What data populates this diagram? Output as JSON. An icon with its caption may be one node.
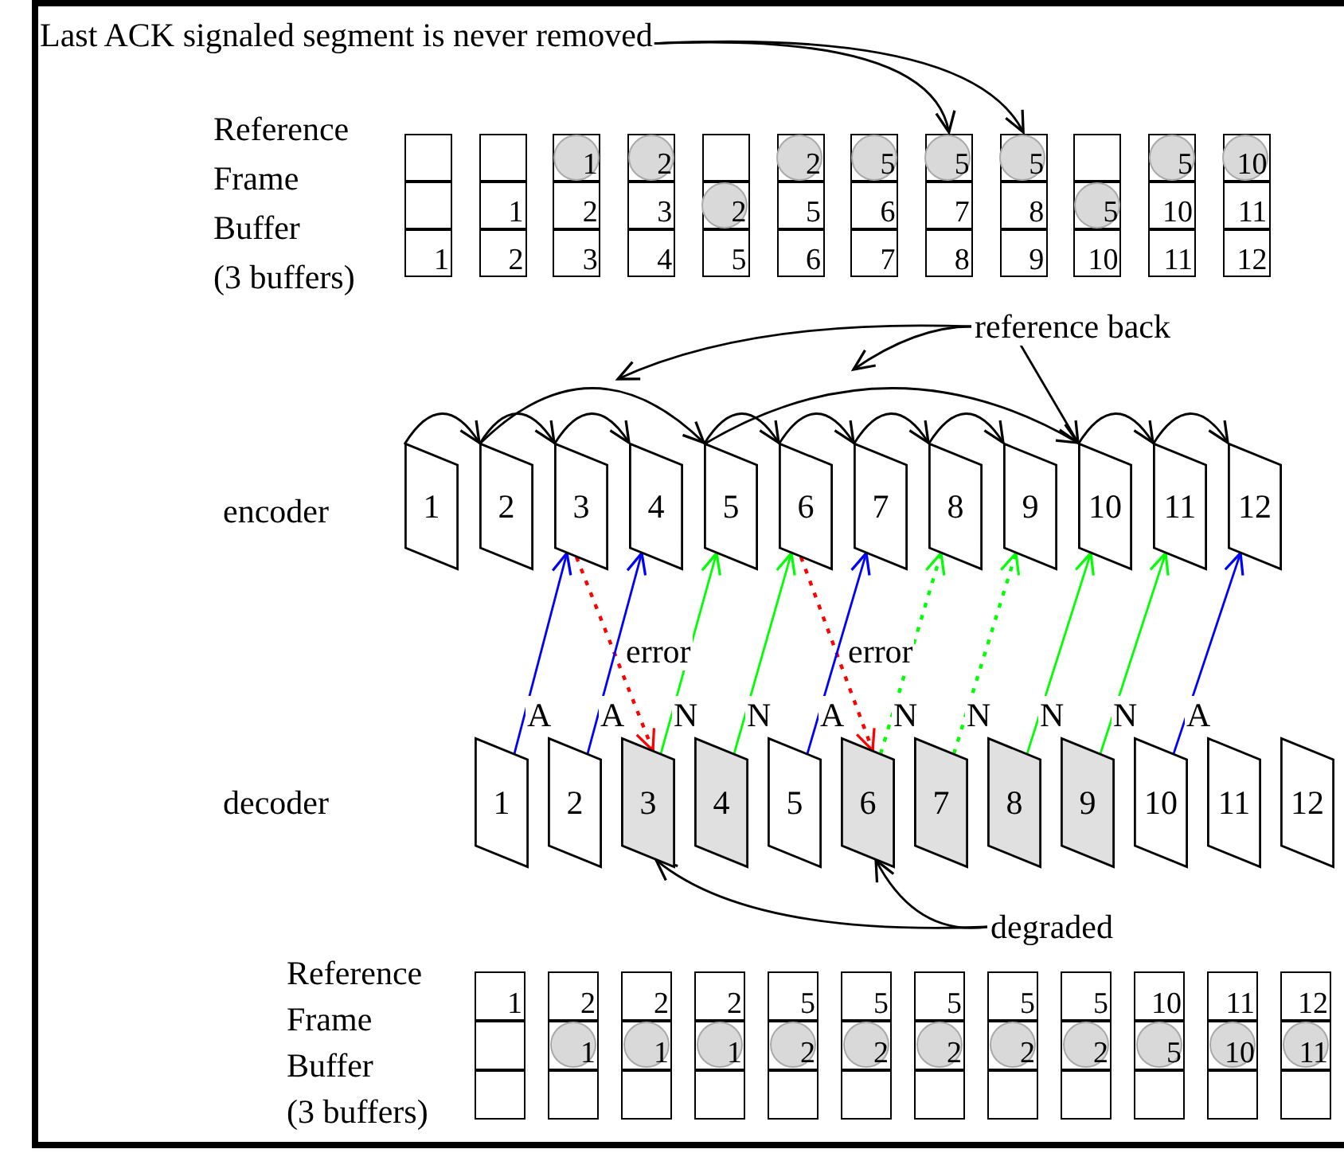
{
  "diagram": {
    "nodes": [
      {
        "text": [
          "1"
        ]
      },
      {
        "text": [
          "2"
        ]
      },
      {
        "text": [
          "3"
        ]
      },
      {
        "text": [
          "4"
        ]
      },
      {
        "text": [
          "5"
        ]
      },
      {
        "text": [
          "6"
        ]
      },
      {
        "text": [
          "7"
        ]
      },
      {
        "text": [
          "8"
        ]
      },
      {
        "text": [
          "9"
        ]
      },
      {
        "text": [
          "10"
        ]
      },
      {
        "text": [
          "11"
        ]
      },
      {
        "text": [
          "12"
        ]
      },
      {
        "text": [
          "1"
        ]
      },
      {
        "text": [
          "2"
        ]
      },
      {
        "text": [
          "3"
        ]
      },
      {
        "text": [
          "4"
        ]
      },
      {
        "text": [
          "5"
        ]
      },
      {
        "text": [
          "6"
        ]
      },
      {
        "text": [
          "7"
        ]
      },
      {
        "text": [
          "8"
        ]
      },
      {
        "text": [
          "9"
        ]
      },
      {
        "text": [
          "10"
        ]
      },
      {
        "text": [
          "11"
        ]
      },
      {
        "text": [
          "12"
        ]
      },
      {
        "text": [
          "Last ACK signaled segment is never removed"
        ]
      },
      {
        "text": [
          "reference back"
        ]
      },
      {
        "text": [
          "degraded"
        ]
      },
      {
        "text": [
          "5"
        ]
      },
      {
        "text": [
          "5"
        ]
      }
    ],
    "edges": [
      {
        "from": 0,
        "to": 1,
        "arrow": "to"
      },
      {
        "from": 1,
        "to": 2,
        "arrow": "to"
      },
      {
        "from": 2,
        "to": 3,
        "arrow": "to"
      },
      {
        "from": 1,
        "to": 4,
        "arrow": "to"
      },
      {
        "from": 4,
        "to": 5,
        "arrow": "to"
      },
      {
        "from": 5,
        "to": 6,
        "arrow": "to"
      },
      {
        "from": 6,
        "to": 7,
        "arrow": "to"
      },
      {
        "from": 7,
        "to": 8,
        "arrow": "to"
      },
      {
        "from": 4,
        "to": 9,
        "arrow": "to"
      },
      {
        "from": 9,
        "to": 10,
        "arrow": "to"
      },
      {
        "from": 10,
        "to": 11,
        "arrow": "to"
      },
      {
        "from": 12,
        "to": 2,
        "arrow": "to",
        "label": "A",
        "color": "#0000ff"
      },
      {
        "from": 2,
        "to": 14,
        "arrow": "to",
        "label": "error",
        "style": "dashed",
        "color": "#ff0000"
      },
      {
        "from": 13,
        "to": 3,
        "arrow": "to",
        "label": "A",
        "color": "#0000ff"
      },
      {
        "from": 14,
        "to": 4,
        "arrow": "to",
        "label": "N",
        "color": "#00ff00"
      },
      {
        "from": 15,
        "to": 5,
        "arrow": "to",
        "label": "N",
        "color": "#00ff00"
      },
      {
        "from": 5,
        "to": 17,
        "arrow": "to",
        "label": "error",
        "style": "dashed",
        "color": "#ff0000"
      },
      {
        "from": 16,
        "to": 6,
        "arrow": "to",
        "label": "A",
        "color": "#0000ff"
      },
      {
        "from": 17,
        "to": 7,
        "arrow": "to",
        "label": "N",
        "style": "dashed",
        "color": "#00ff00"
      },
      {
        "from": 18,
        "to": 8,
        "arrow": "to",
        "label": "N",
        "style": "dashed",
        "color": "#00ff00"
      },
      {
        "from": 19,
        "to": 9,
        "arrow": "to",
        "label": "N",
        "color": "#00ff00"
      },
      {
        "from": 20,
        "to": 10,
        "arrow": "to",
        "label": "N",
        "color": "#00ff00"
      },
      {
        "from": 21,
        "to": 11,
        "arrow": "to",
        "label": "A",
        "color": "#0000ff"
      },
      {
        "from": 24,
        "to": 27,
        "arrow": "to"
      },
      {
        "from": 24,
        "to": 28,
        "arrow": "to"
      },
      {
        "from": 25,
        "to": null,
        "arrow": "to"
      },
      {
        "from": 25,
        "to": null,
        "arrow": "to"
      },
      {
        "from": 25,
        "to": 9,
        "arrow": "to"
      },
      {
        "from": 26,
        "to": 14,
        "arrow": "to"
      },
      {
        "from": 26,
        "to": 17,
        "arrow": "to"
      }
    ],
    "labels": [
      "Reference Frame Buffer (3 buffers)",
      "1",
      "2",
      "2",
      "5",
      "5",
      "10",
      "1",
      "2",
      "3",
      "2",
      "5",
      "6",
      "7",
      "8",
      "5",
      "10",
      "11",
      "1",
      "2",
      "3",
      "4",
      "5",
      "6",
      "7",
      "8",
      "9",
      "10",
      "11",
      "12",
      "encoder",
      "decoder",
      "Reference Frame Buffer (3 buffers)",
      "1",
      "2",
      "2",
      "2",
      "5",
      "5",
      "5",
      "5",
      "5",
      "10",
      "11",
      "12",
      "1",
      "1",
      "1",
      "2",
      "2",
      "2",
      "2",
      "2",
      "5",
      "10",
      "11"
    ]
  }
}
